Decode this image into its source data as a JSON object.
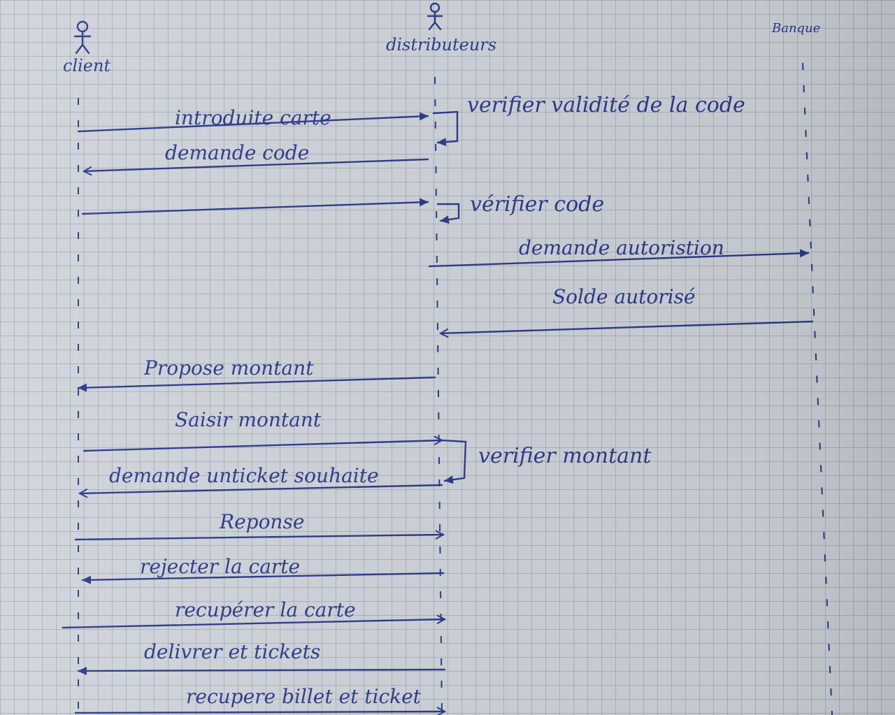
{
  "ink_color": "#2b3a8a",
  "paper_color": "#cfd4da",
  "actors": [
    {
      "id": "client",
      "label": "client",
      "icon": "stick-figure-icon"
    },
    {
      "id": "distributeur",
      "label": "distributeurs",
      "icon": "stick-figure-icon"
    },
    {
      "id": "banque",
      "label": "Banque",
      "icon": "stick-figure-icon"
    }
  ],
  "messages": [
    {
      "id": "m1",
      "label": "introduite carte",
      "from": "client",
      "to": "distributeur",
      "style": "filled"
    },
    {
      "id": "m2",
      "label": "demande code",
      "from": "distributeur",
      "to": "client",
      "style": "open"
    },
    {
      "id": "m3",
      "label": "",
      "from": "client",
      "to": "distributeur",
      "style": "filled"
    },
    {
      "id": "m4",
      "label": "demande autoristion",
      "from": "distributeur",
      "to": "banque",
      "style": "filled"
    },
    {
      "id": "m5",
      "label": "Solde autorisé",
      "from": "banque",
      "to": "distributeur",
      "style": "open"
    },
    {
      "id": "m6",
      "label": "Propose montant",
      "from": "distributeur",
      "to": "client",
      "style": "open"
    },
    {
      "id": "m7",
      "label": "Saisir montant",
      "from": "client",
      "to": "distributeur",
      "style": "open"
    },
    {
      "id": "m8",
      "label": "demande unticket souhaite",
      "from": "distributeur",
      "to": "client",
      "style": "open"
    },
    {
      "id": "m9",
      "label": "Reponse",
      "from": "client",
      "to": "distributeur",
      "style": "open"
    },
    {
      "id": "m10",
      "label": "rejecter la carte",
      "from": "distributeur",
      "to": "client",
      "style": "filled"
    },
    {
      "id": "m11",
      "label": "recupérer la carte",
      "from": "client",
      "to": "distributeur",
      "style": "open"
    },
    {
      "id": "m12",
      "label": "delivrer et tickets",
      "from": "distributeur",
      "to": "client",
      "style": "filled"
    },
    {
      "id": "m13",
      "label": "recupere billet et ticket",
      "from": "client",
      "to": "distributeur",
      "style": "open"
    }
  ],
  "self_calls": [
    {
      "id": "s1",
      "label": "verifier validité de la code",
      "actor": "distributeur"
    },
    {
      "id": "s2",
      "label": "vérifier code",
      "actor": "distributeur"
    },
    {
      "id": "s3",
      "label": "verifier montant",
      "actor": "distributeur"
    }
  ]
}
